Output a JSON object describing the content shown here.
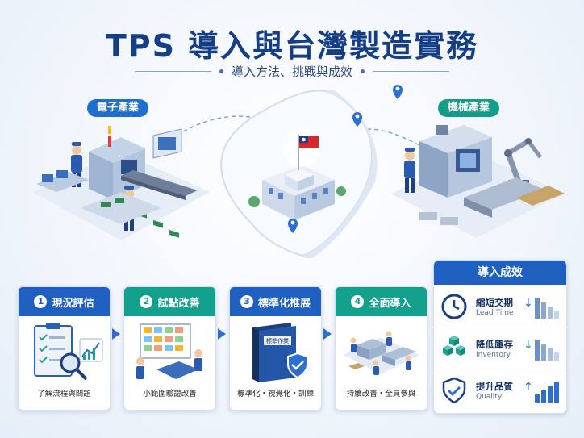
{
  "title": "TPS 導入與台灣製造實務",
  "subtitle": "導入方法、挑戰與成效",
  "industries": {
    "electronics": "電子產業",
    "machinery": "機械產業"
  },
  "steps": [
    {
      "num": "1",
      "title": "現況評估",
      "caption": "了解流程與問題"
    },
    {
      "num": "2",
      "title": "試點改善",
      "caption": "小範圍驗證改善"
    },
    {
      "num": "3",
      "title": "標準化推展",
      "caption": "標準化・視覺化・訓練",
      "book_label": "標準作業"
    },
    {
      "num": "4",
      "title": "全面導入",
      "caption": "持續改善・全員參與"
    }
  ],
  "results": {
    "heading": "導入成效",
    "items": [
      {
        "title": "縮短交期",
        "en": "Lead Time",
        "trend": "down"
      },
      {
        "title": "降低庫存",
        "en": "Inventory",
        "trend": "down"
      },
      {
        "title": "提升品質",
        "en": "Quality",
        "trend": "up"
      }
    ]
  },
  "colors": {
    "navy": "#163e86",
    "blue": "#1e5fc0",
    "teal": "#13a08c",
    "down_arrow": "#1e5fc0",
    "up_arrow": "#1e5fc0"
  }
}
